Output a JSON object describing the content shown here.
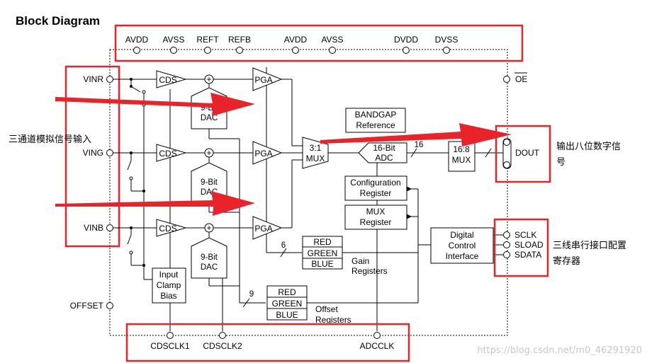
{
  "title": "Block Diagram",
  "top_pins": [
    "AVDD",
    "AVSS",
    "REFT",
    "REFB",
    "AVDD",
    "AVSS",
    "DVDD",
    "DVSS"
  ],
  "inputs": [
    "VINR",
    "VING",
    "VINB"
  ],
  "offset_label": "OFFSET",
  "oe_label": "OE",
  "cds_label": "CDS",
  "pga_label": "PGA",
  "dac_line1": "9-Bit",
  "dac_line2": "DAC",
  "mux31": [
    "3:1",
    "MUX"
  ],
  "adc": [
    "16-Bit",
    "ADC"
  ],
  "bus16": "16",
  "mux168": [
    "16:8",
    "MUX"
  ],
  "bandgap": [
    "BANDGAP",
    "Reference"
  ],
  "dout": "DOUT",
  "config_reg": [
    "Configuration",
    "Register"
  ],
  "mux_reg": [
    "MUX",
    "Register"
  ],
  "dci": [
    "Digital",
    "Control",
    "Interface"
  ],
  "serial_pins": [
    "SCLK",
    "SLOAD",
    "SDATA"
  ],
  "gain_regs": {
    "rows": [
      "RED",
      "GREEN",
      "BLUE"
    ],
    "label": [
      "Gain",
      "Registers"
    ],
    "bus": "6"
  },
  "offset_regs": {
    "rows": [
      "RED",
      "GREEN",
      "BLUE"
    ],
    "label": [
      "Offset",
      "Registers"
    ],
    "bus": "9"
  },
  "clamp_bias": [
    "Input",
    "Clamp",
    "Bias"
  ],
  "bottom_pins": [
    "CDSCLK1",
    "CDSCLK2",
    "ADCCLK"
  ],
  "annotations": {
    "left": "三通道模拟信号输入",
    "right_top": [
      "输出八位数字信",
      "号"
    ],
    "right_bottom": [
      "三线串行接口配置",
      "寄存器"
    ]
  },
  "watermark": "https://blog.csdn.net/m0_46291920",
  "colors": {
    "highlight": "#e8232a",
    "watermark": "#c8c8c8"
  }
}
